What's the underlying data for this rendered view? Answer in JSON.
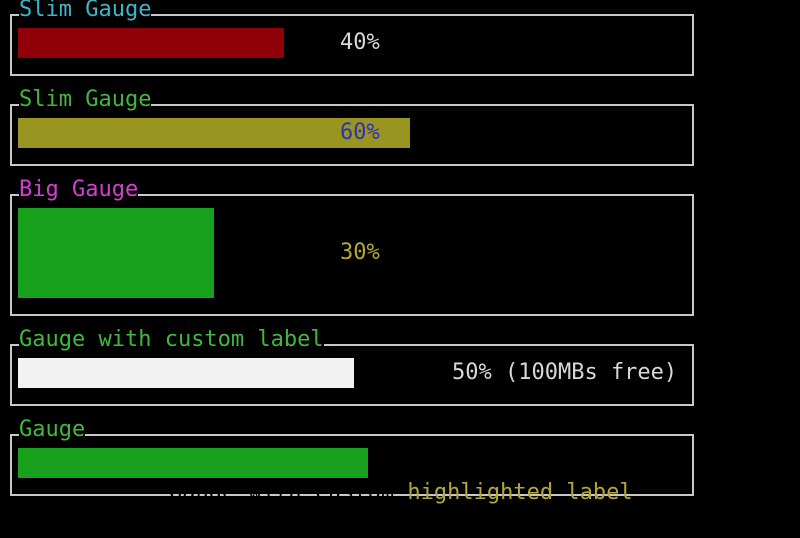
{
  "colors": {
    "background": "#000000",
    "border": "#c8c8c8",
    "red": "#8f0009",
    "yellow": "#9a9420",
    "green": "#18a11d",
    "white": "#f2f2f2",
    "cyan_title": "#3fb6c6",
    "green_title": "#41b83c",
    "magenta_title": "#d33fd3",
    "blue_text": "#2a35b4",
    "olive_text": "#b5a835"
  },
  "gauges": [
    {
      "title": "Slim Gauge",
      "label": "40%",
      "value": 0.4
    },
    {
      "title": "Slim Gauge",
      "label": "60%",
      "value": 0.6
    },
    {
      "title": "Big Gauge",
      "label": "30%",
      "value": 0.3
    },
    {
      "title": "Gauge with custom label",
      "label": "50% (100MBs free)",
      "value": 0.5
    },
    {
      "title": "Gauge",
      "label_on_bar": "Gauge with custom ",
      "label_off_bar": "highlighted label",
      "value": 0.5366
    }
  ]
}
